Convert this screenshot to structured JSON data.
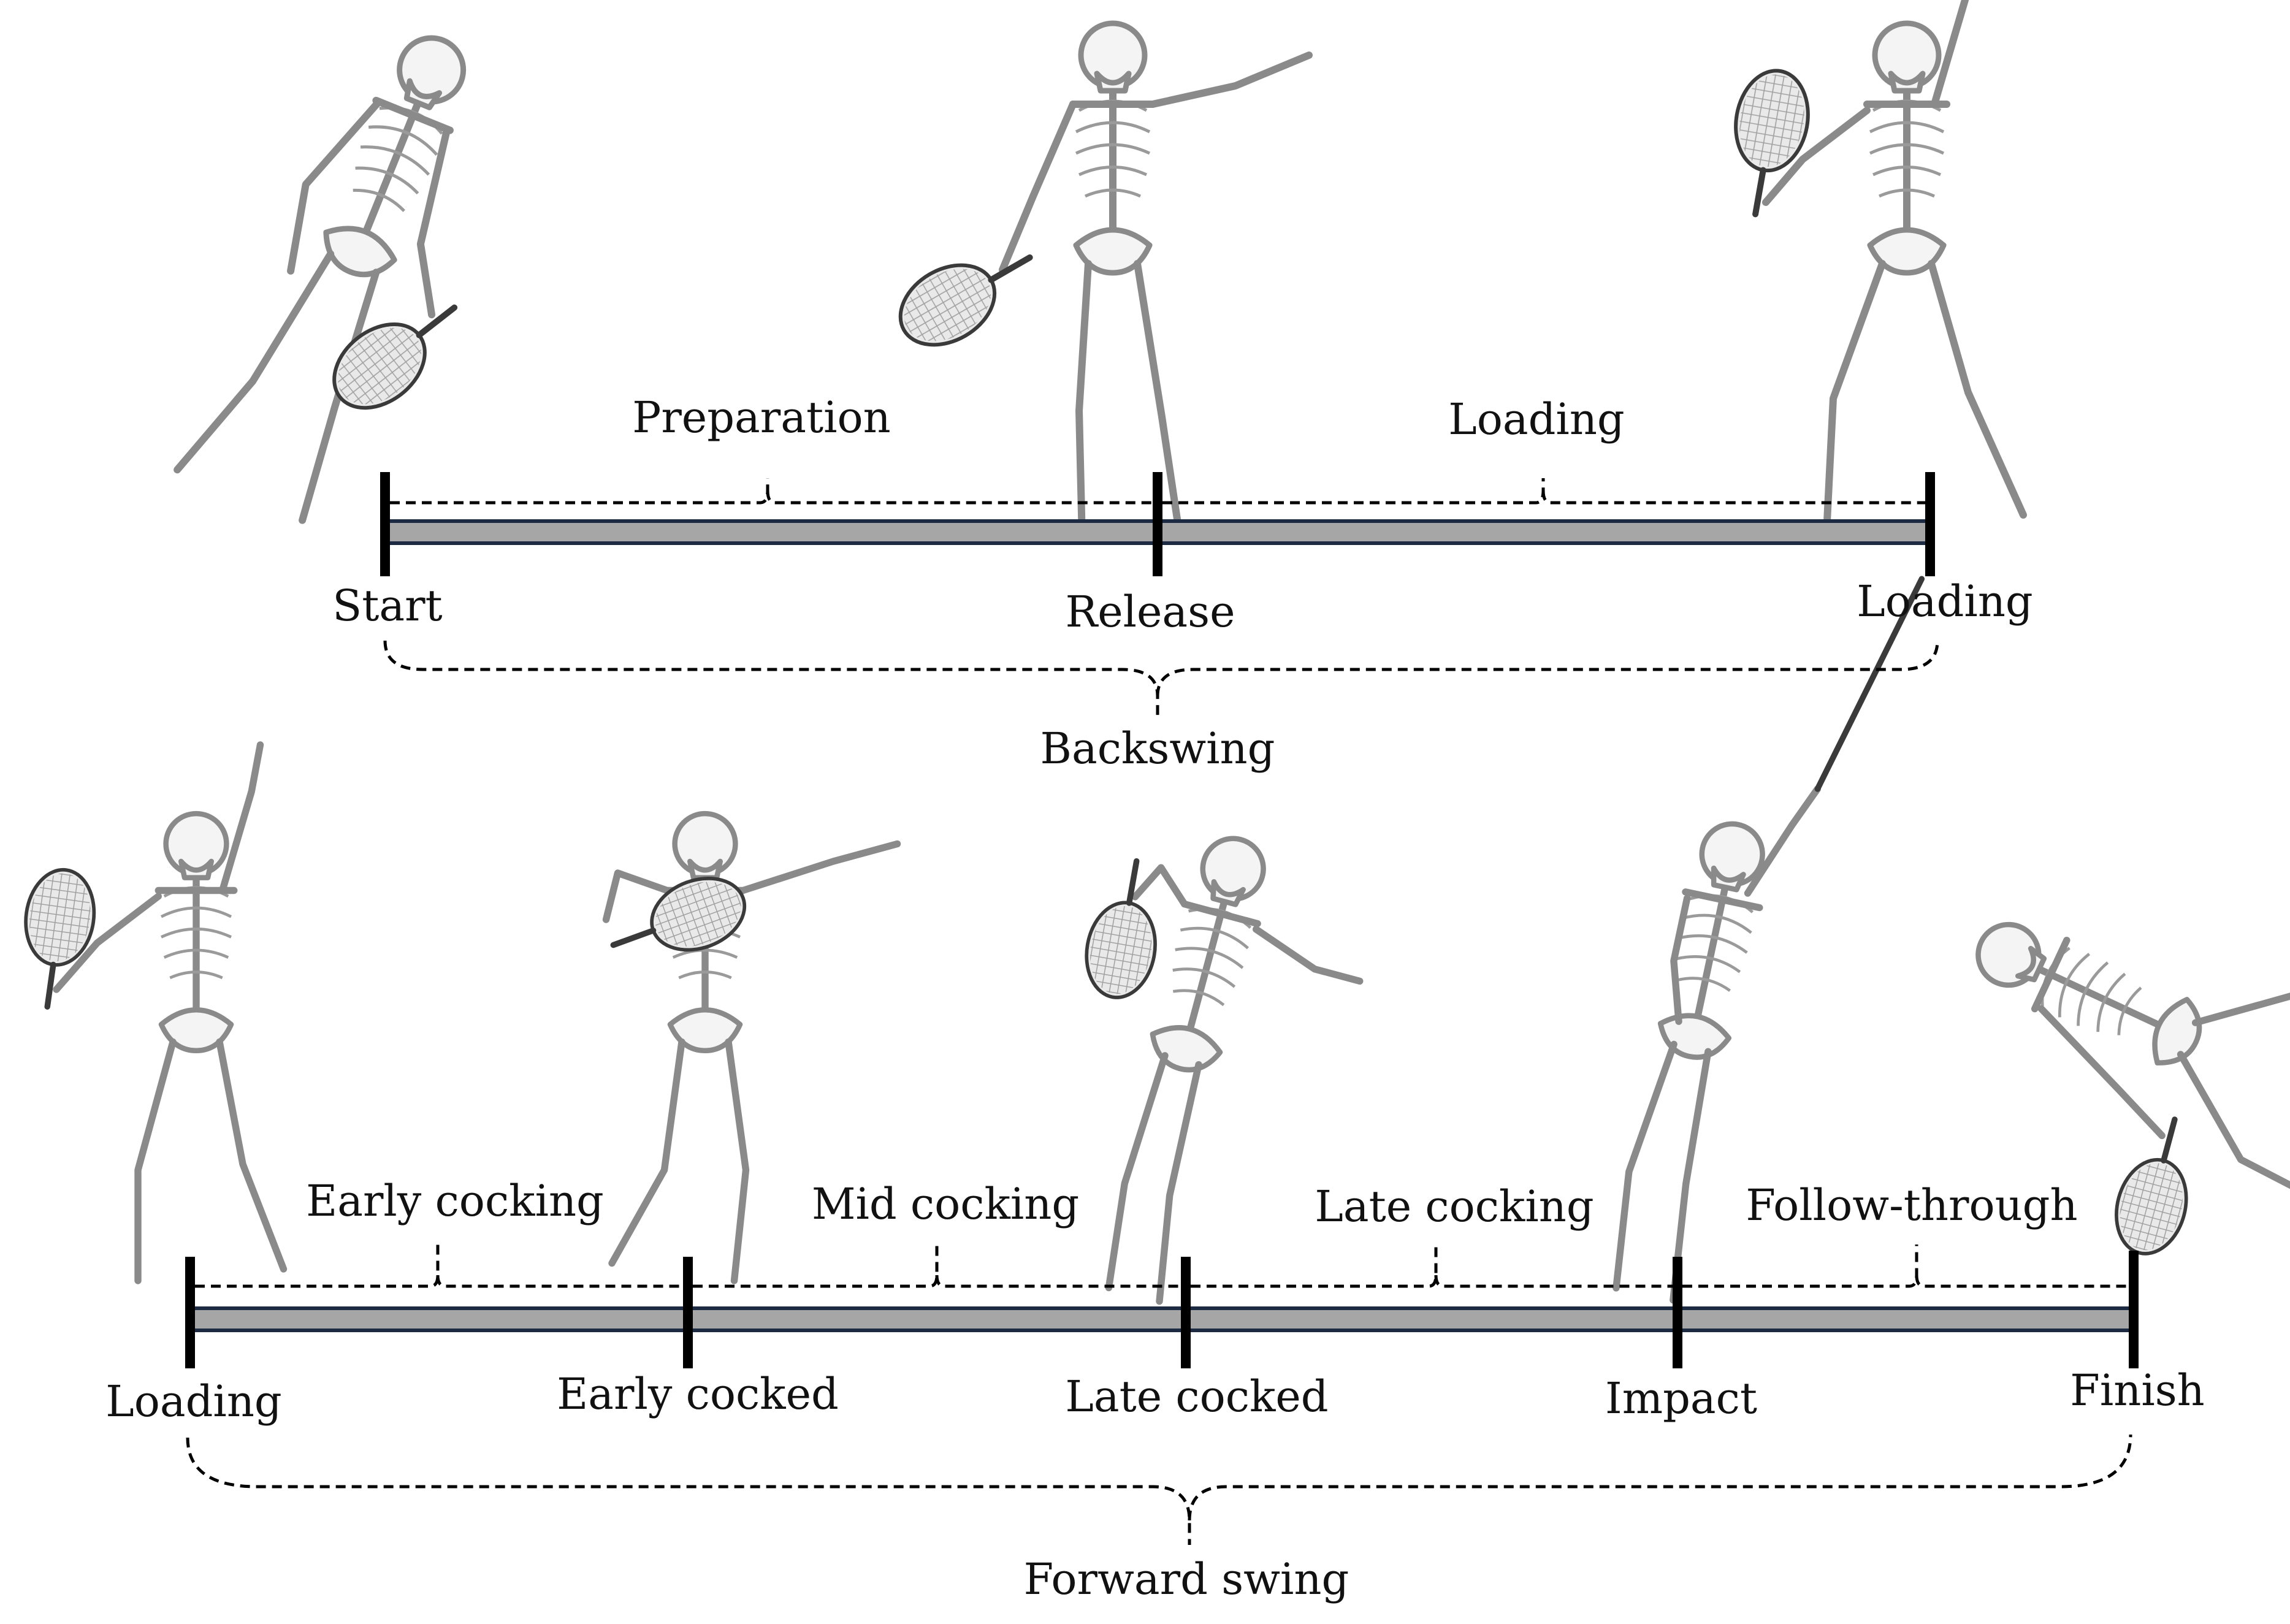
{
  "backswing": {
    "phase_labels": [
      "Preparation",
      "Loading"
    ],
    "events": [
      "Start",
      "Release",
      "Loading"
    ],
    "group_label": "Backswing"
  },
  "forward_swing": {
    "phase_labels": [
      "Early cocking",
      "Mid cocking",
      "Late cocking",
      "Follow-through"
    ],
    "events": [
      "Loading",
      "Early cocked",
      "Late cocked",
      "Impact",
      "Finish"
    ],
    "group_label": "Forward swing"
  },
  "colors": {
    "bar_fill": "#a6a6a6",
    "bar_edge": "#1c2a44",
    "tick": "#000000",
    "text": "#111111"
  },
  "figures": {
    "icon": "skeleton-tennis-player-icon",
    "poses": [
      "start",
      "release",
      "loading",
      "loading",
      "early-cocked",
      "late-cocked",
      "impact",
      "finish"
    ]
  }
}
